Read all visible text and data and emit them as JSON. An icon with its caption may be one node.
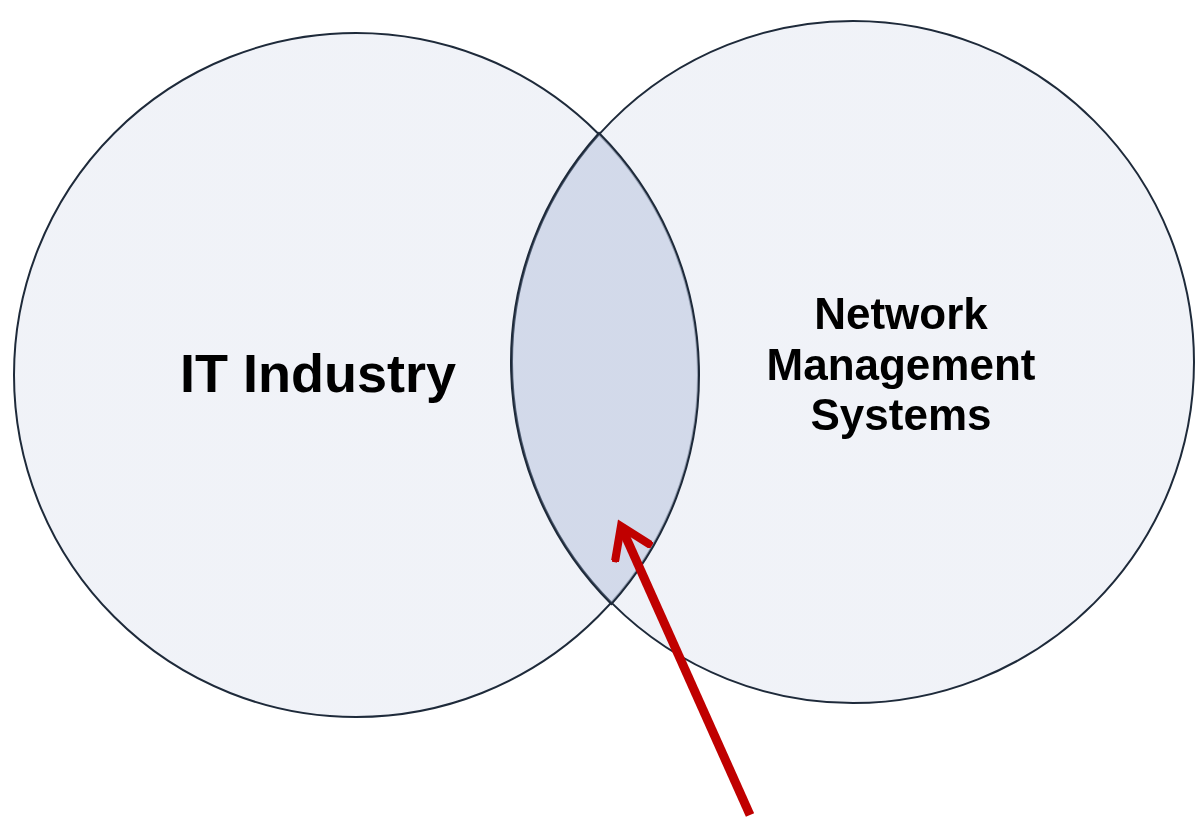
{
  "diagram": {
    "nodes": [
      {
        "text": [
          "IT Industry"
        ]
      },
      {
        "text": [
          "Network Management Systems"
        ]
      },
      {
        "text": [],
        "shape": "lens"
      }
    ],
    "edges": [
      {
        "from": null,
        "to": 2,
        "arrow": "to"
      }
    ]
  }
}
